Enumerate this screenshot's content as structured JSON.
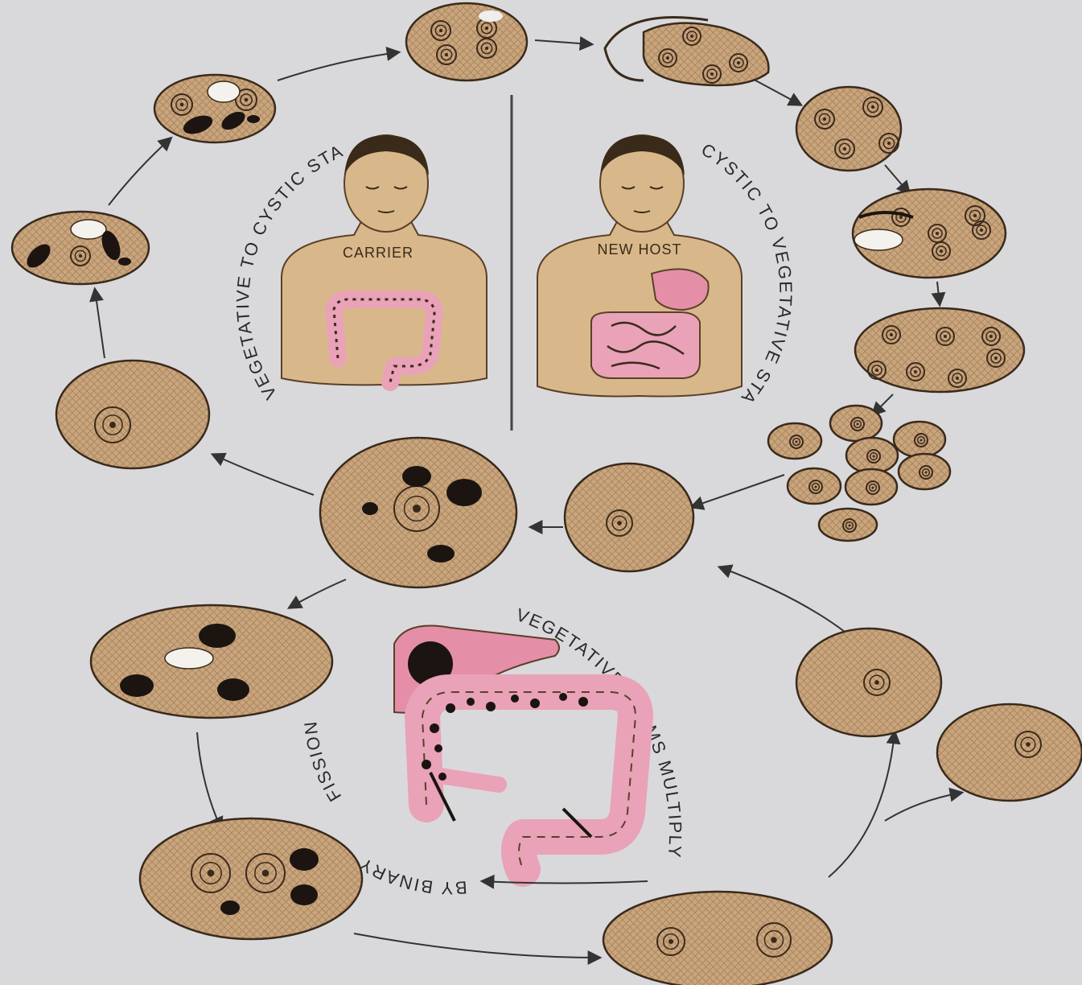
{
  "labels": {
    "carrier": "CARRIER",
    "new_host": "NEW HOST",
    "veg_to_cyst": "VEGETATIVE TO CYSTIC STAGE",
    "cyst_to_veg": "CYSTIC TO VEGETATIVE STAGE",
    "veg_forms": "VEGETATIVE FORMS MULTIPLYING",
    "binary": "BY BINARY",
    "fission": "FISSION"
  },
  "colors": {
    "background": "#d9d9dc",
    "cell_fill": "#c9a57e",
    "cell_stroke": "#3a2a1a",
    "skin": "#d8b88a",
    "intestine": "#e9a2b8",
    "liver": "#e48fa7",
    "dark_spot": "#1c1410",
    "cyst_light": "#d8c2a2"
  },
  "icons": [
    "person-icon",
    "intestine-icon",
    "liver-icon",
    "cyst-icon",
    "trophozoite-icon",
    "nucleus-icon"
  ]
}
